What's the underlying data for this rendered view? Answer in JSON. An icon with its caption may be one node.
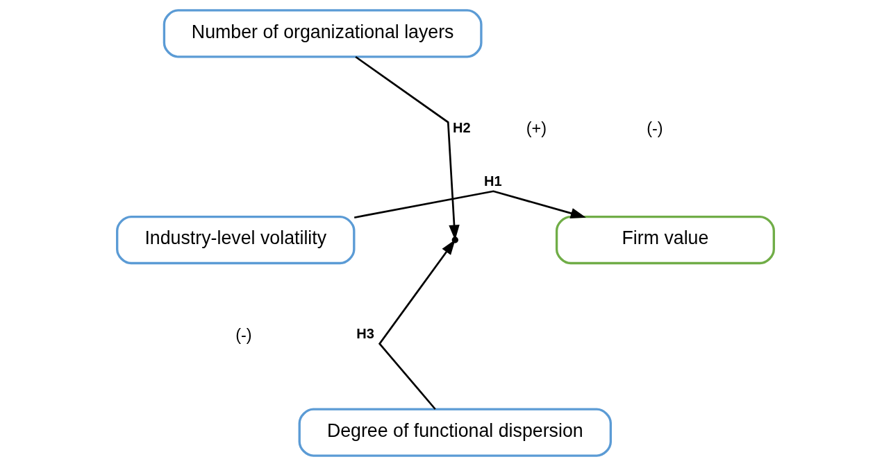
{
  "diagram": {
    "nodes": [
      {
        "text": [
          "Number of organizational layers"
        ]
      },
      {
        "text": [
          "Industry-level volatility"
        ]
      },
      {
        "text": [
          "Firm value"
        ]
      },
      {
        "text": [
          "Degree of functional dispersion"
        ]
      }
    ],
    "edges": [
      {
        "from": 1,
        "to": 2,
        "arrow": "to",
        "label": "H1"
      },
      {
        "from": 0,
        "to": null,
        "arrow": "to",
        "label": "H2"
      },
      {
        "from": 3,
        "to": null,
        "arrow": "to",
        "label": "H3"
      }
    ],
    "labels": [
      "(+)",
      "(-)",
      "(-)"
    ]
  }
}
